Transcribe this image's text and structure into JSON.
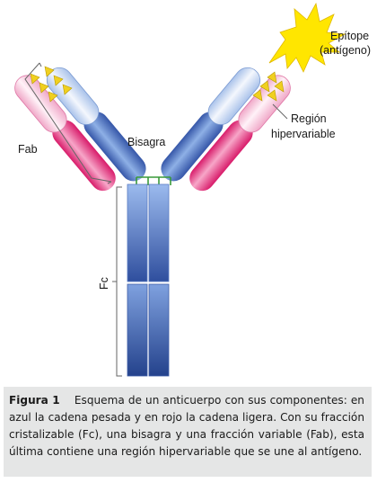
{
  "labels": {
    "epitope": "Epítope",
    "epitope_sub": "(antígeno)",
    "region": "Región",
    "region_sub": "hipervariable",
    "hinge": "Bisagra",
    "fab": "Fab",
    "fc": "Fc"
  },
  "caption": {
    "label": "Figura 1",
    "text": "Esquema de un anticuerpo con sus componentes: en azul la cadena pesada y en rojo la cadena ligera. Con su fracción cristalizable (Fc), una bisagra y una fracción variable (Fab), esta última contiene una región hipervariable que se une al antígeno."
  },
  "colors": {
    "heavy_chain": "#4a72c0",
    "light_chain": "#e0307a",
    "hypervariable": "#f0d020",
    "antigen": "#ffe600",
    "hinge_link": "#3a9a3a",
    "caption_bg": "#e5e6e6"
  }
}
